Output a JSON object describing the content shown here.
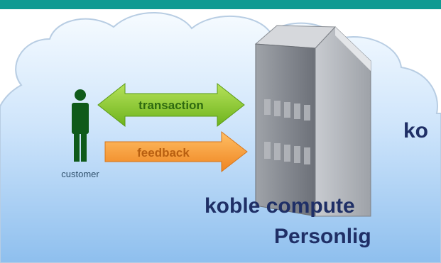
{
  "diagram": {
    "arrow_top_label": "transaction",
    "arrow_bottom_label": "feedback",
    "customer_label": "customer",
    "text_line_1": "ko",
    "text_line_2": "koble compute",
    "text_line_3": "Personlig"
  },
  "colors": {
    "header_bar": "#0f9a92",
    "transaction_arrow": "#8fcd2a",
    "feedback_arrow": "#f39a2e",
    "customer_figure": "#0f5a1a",
    "text": "#1f2f66"
  },
  "icons": {
    "customer": "person-icon",
    "server": "server-building-icon",
    "cloud": "cloud-shape"
  }
}
